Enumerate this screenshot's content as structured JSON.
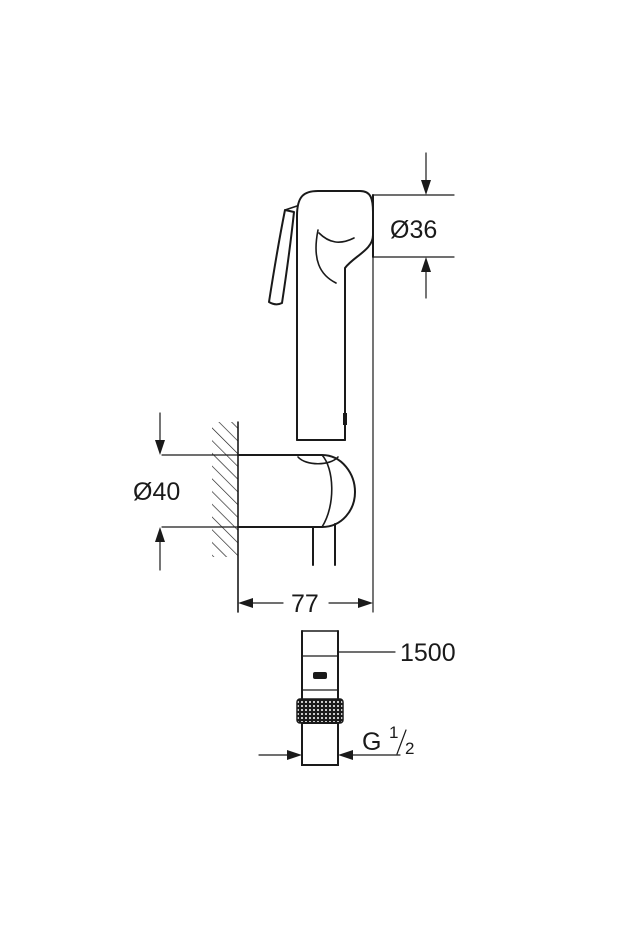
{
  "dimensions": {
    "head_diameter": "Ø36",
    "holder_diameter": "Ø40",
    "projection": "77",
    "hose_length": "1500",
    "thread_letter": "G",
    "thread_num": "1",
    "thread_den": "2"
  },
  "colors": {
    "line": "#1a1a1a",
    "background": "#ffffff"
  }
}
